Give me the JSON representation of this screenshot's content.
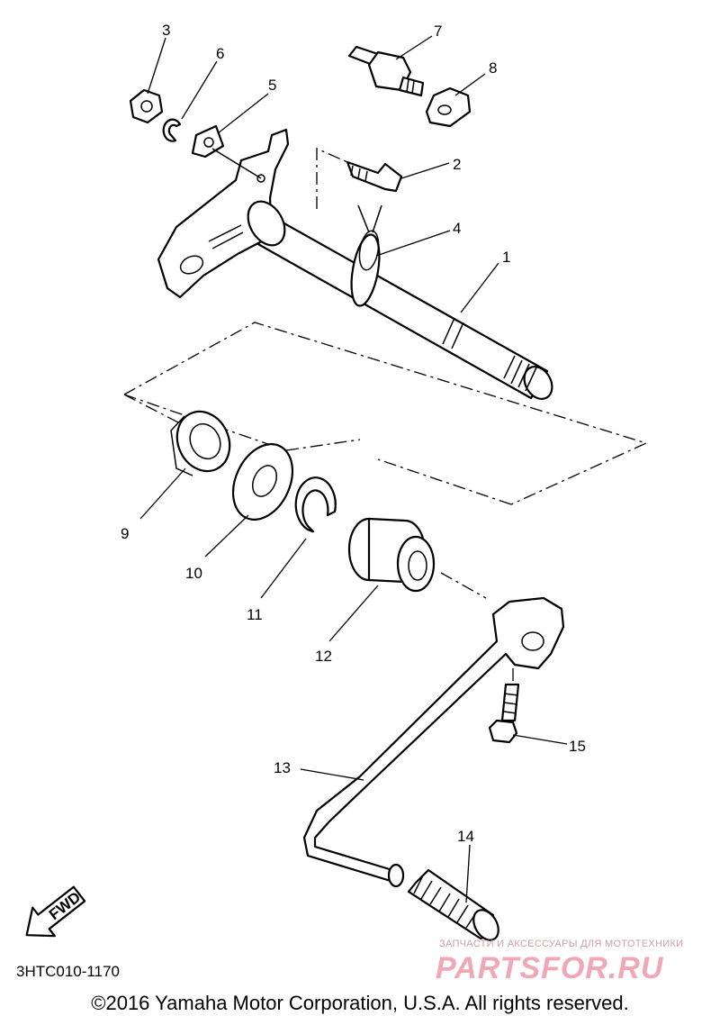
{
  "diagram": {
    "callouts": [
      "1",
      "2",
      "3",
      "4",
      "5",
      "6",
      "7",
      "8",
      "9",
      "10",
      "11",
      "12",
      "13",
      "14",
      "15"
    ],
    "fwd_arrow_label": "FWD",
    "diagram_code": "3HTC010-1170"
  },
  "footer": {
    "copyright": "©2016 Yamaha Motor Corporation, U.S.A. All rights reserved."
  },
  "watermark": {
    "caption": "ЗАПЧАСТИ И АКСЕССУАРЫ ДЛЯ МОТОТЕХНИКИ",
    "logo": "PARTSFOR.RU"
  }
}
